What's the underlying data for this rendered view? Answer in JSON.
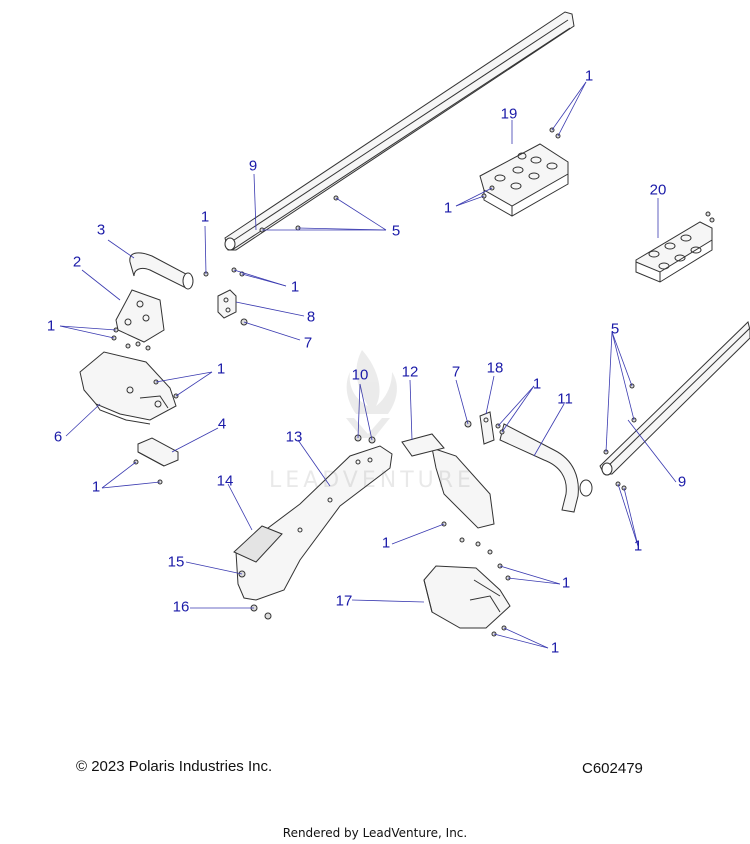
{
  "footer": {
    "copyright": "© 2023 Polaris Industries Inc.",
    "drawing_id": "C602479",
    "rendered_by": "Rendered by LeadVenture, Inc."
  },
  "watermark": {
    "text": "LEADVENTURE"
  },
  "callouts": [
    {
      "id": "c1",
      "label": "1"
    },
    {
      "id": "c2",
      "label": "19"
    },
    {
      "id": "c3",
      "label": "1"
    },
    {
      "id": "c4",
      "label": "9"
    },
    {
      "id": "c5",
      "label": "5"
    },
    {
      "id": "c6",
      "label": "20"
    },
    {
      "id": "c7",
      "label": "1"
    },
    {
      "id": "c8",
      "label": "3"
    },
    {
      "id": "c9",
      "label": "2"
    },
    {
      "id": "c10",
      "label": "1"
    },
    {
      "id": "c11",
      "label": "8"
    },
    {
      "id": "c12",
      "label": "1"
    },
    {
      "id": "c13",
      "label": "7"
    },
    {
      "id": "c14",
      "label": "5"
    },
    {
      "id": "c15",
      "label": "1"
    },
    {
      "id": "c16",
      "label": "10"
    },
    {
      "id": "c17",
      "label": "12"
    },
    {
      "id": "c18",
      "label": "7"
    },
    {
      "id": "c19",
      "label": "18"
    },
    {
      "id": "c20",
      "label": "1"
    },
    {
      "id": "c21",
      "label": "11"
    },
    {
      "id": "c22",
      "label": "6"
    },
    {
      "id": "c23",
      "label": "4"
    },
    {
      "id": "c24",
      "label": "13"
    },
    {
      "id": "c25",
      "label": "1"
    },
    {
      "id": "c26",
      "label": "9"
    },
    {
      "id": "c27",
      "label": "14"
    },
    {
      "id": "c28",
      "label": "1"
    },
    {
      "id": "c29",
      "label": "1"
    },
    {
      "id": "c30",
      "label": "15"
    },
    {
      "id": "c31",
      "label": "17"
    },
    {
      "id": "c32",
      "label": "16"
    },
    {
      "id": "c33",
      "label": "1"
    },
    {
      "id": "c34",
      "label": "1"
    }
  ]
}
